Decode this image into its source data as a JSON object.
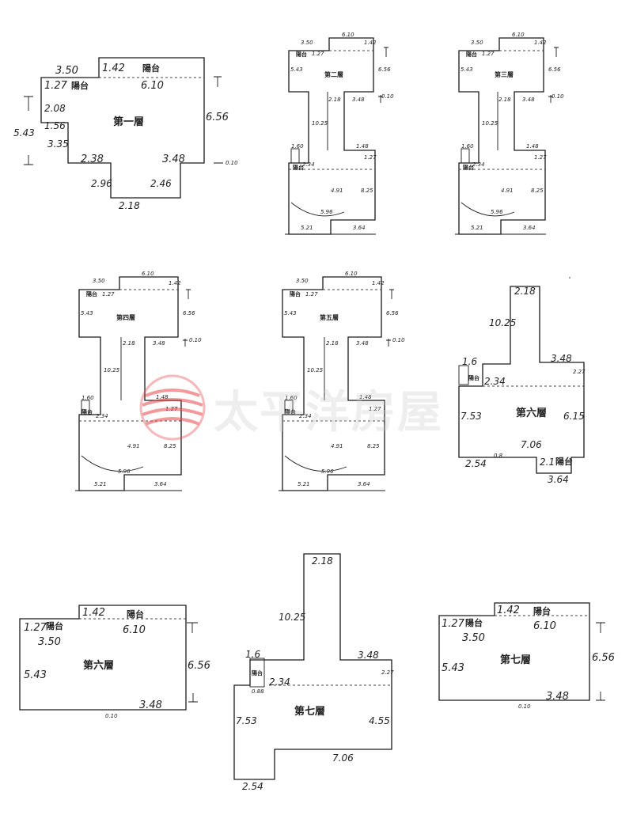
{
  "watermark": {
    "text": "太平洋房屋",
    "logo_color": "#e7474a"
  },
  "labels": {
    "balcony": "陽台"
  },
  "plans": {
    "p1": {
      "floor": "第一層",
      "dims": [
        "3.50",
        "1.42",
        "6.10",
        "1.27",
        "2.08",
        "1.56",
        "5.43",
        "3.35",
        "6.56",
        "2.38",
        "3.48",
        "0.10",
        "2.96",
        "2.46",
        "2.18"
      ]
    },
    "p2": {
      "floor": "第二層",
      "dims": [
        "3.50",
        "6.10",
        "1.42",
        "1.27",
        "5.43",
        "6.56",
        "2.18",
        "3.48",
        "0.10",
        "10.25",
        "1.60",
        "1.48",
        "1.27",
        "2.34",
        "4.91",
        "8.25",
        "5.96",
        "5.21",
        "3.64"
      ]
    },
    "p3": {
      "floor": "第三層",
      "dims": [
        "3.50",
        "6.10",
        "1.42",
        "1.27",
        "5.43",
        "6.56",
        "2.18",
        "3.48",
        "0.10",
        "10.25",
        "1.60",
        "1.48",
        "1.27",
        "2.34",
        "4.91",
        "8.25",
        "5.96",
        "5.21",
        "3.64"
      ]
    },
    "p4": {
      "floor": "第四層",
      "dims": [
        "3.50",
        "6.10",
        "1.42",
        "1.27",
        "5.43",
        "6.56",
        "2.18",
        "3.48",
        "0.10",
        "10.25",
        "1.60",
        "1.48",
        "1.27",
        "2.34",
        "4.91",
        "8.25",
        "5.96",
        "5.21",
        "3.64"
      ]
    },
    "p5": {
      "floor": "第五層",
      "dims": [
        "3.50",
        "6.10",
        "1.42",
        "1.27",
        "5.43",
        "6.56",
        "2.18",
        "3.48",
        "0.10",
        "10.25",
        "1.60",
        "1.48",
        "1.27",
        "2.34",
        "4.91",
        "8.25",
        "5.96",
        "5.21",
        "3.64"
      ]
    },
    "p6a": {
      "floor": "第六層",
      "dims": [
        "2.18",
        "10.25",
        "1.6",
        "3.48",
        "2.34",
        "2.27",
        "7.53",
        "6.15",
        "7.06",
        "0.8",
        "2.1",
        "2.54",
        "3.64"
      ]
    },
    "p6b": {
      "floor": "第六層",
      "dims": [
        "1.27",
        "1.42",
        "3.50",
        "6.10",
        "5.43",
        "6.56",
        "0.10",
        "3.48"
      ]
    },
    "p7a": {
      "floor": "第七層",
      "dims": [
        "2.18",
        "10.25",
        "1.6",
        "3.48",
        "2.27",
        "2.34",
        "0.88",
        "7.53",
        "4.55",
        "7.06",
        "2.54"
      ]
    },
    "p7b": {
      "floor": "第七層",
      "dims": [
        "1.27",
        "1.42",
        "3.50",
        "6.10",
        "5.43",
        "6.56",
        "0.10",
        "3.48"
      ]
    }
  }
}
